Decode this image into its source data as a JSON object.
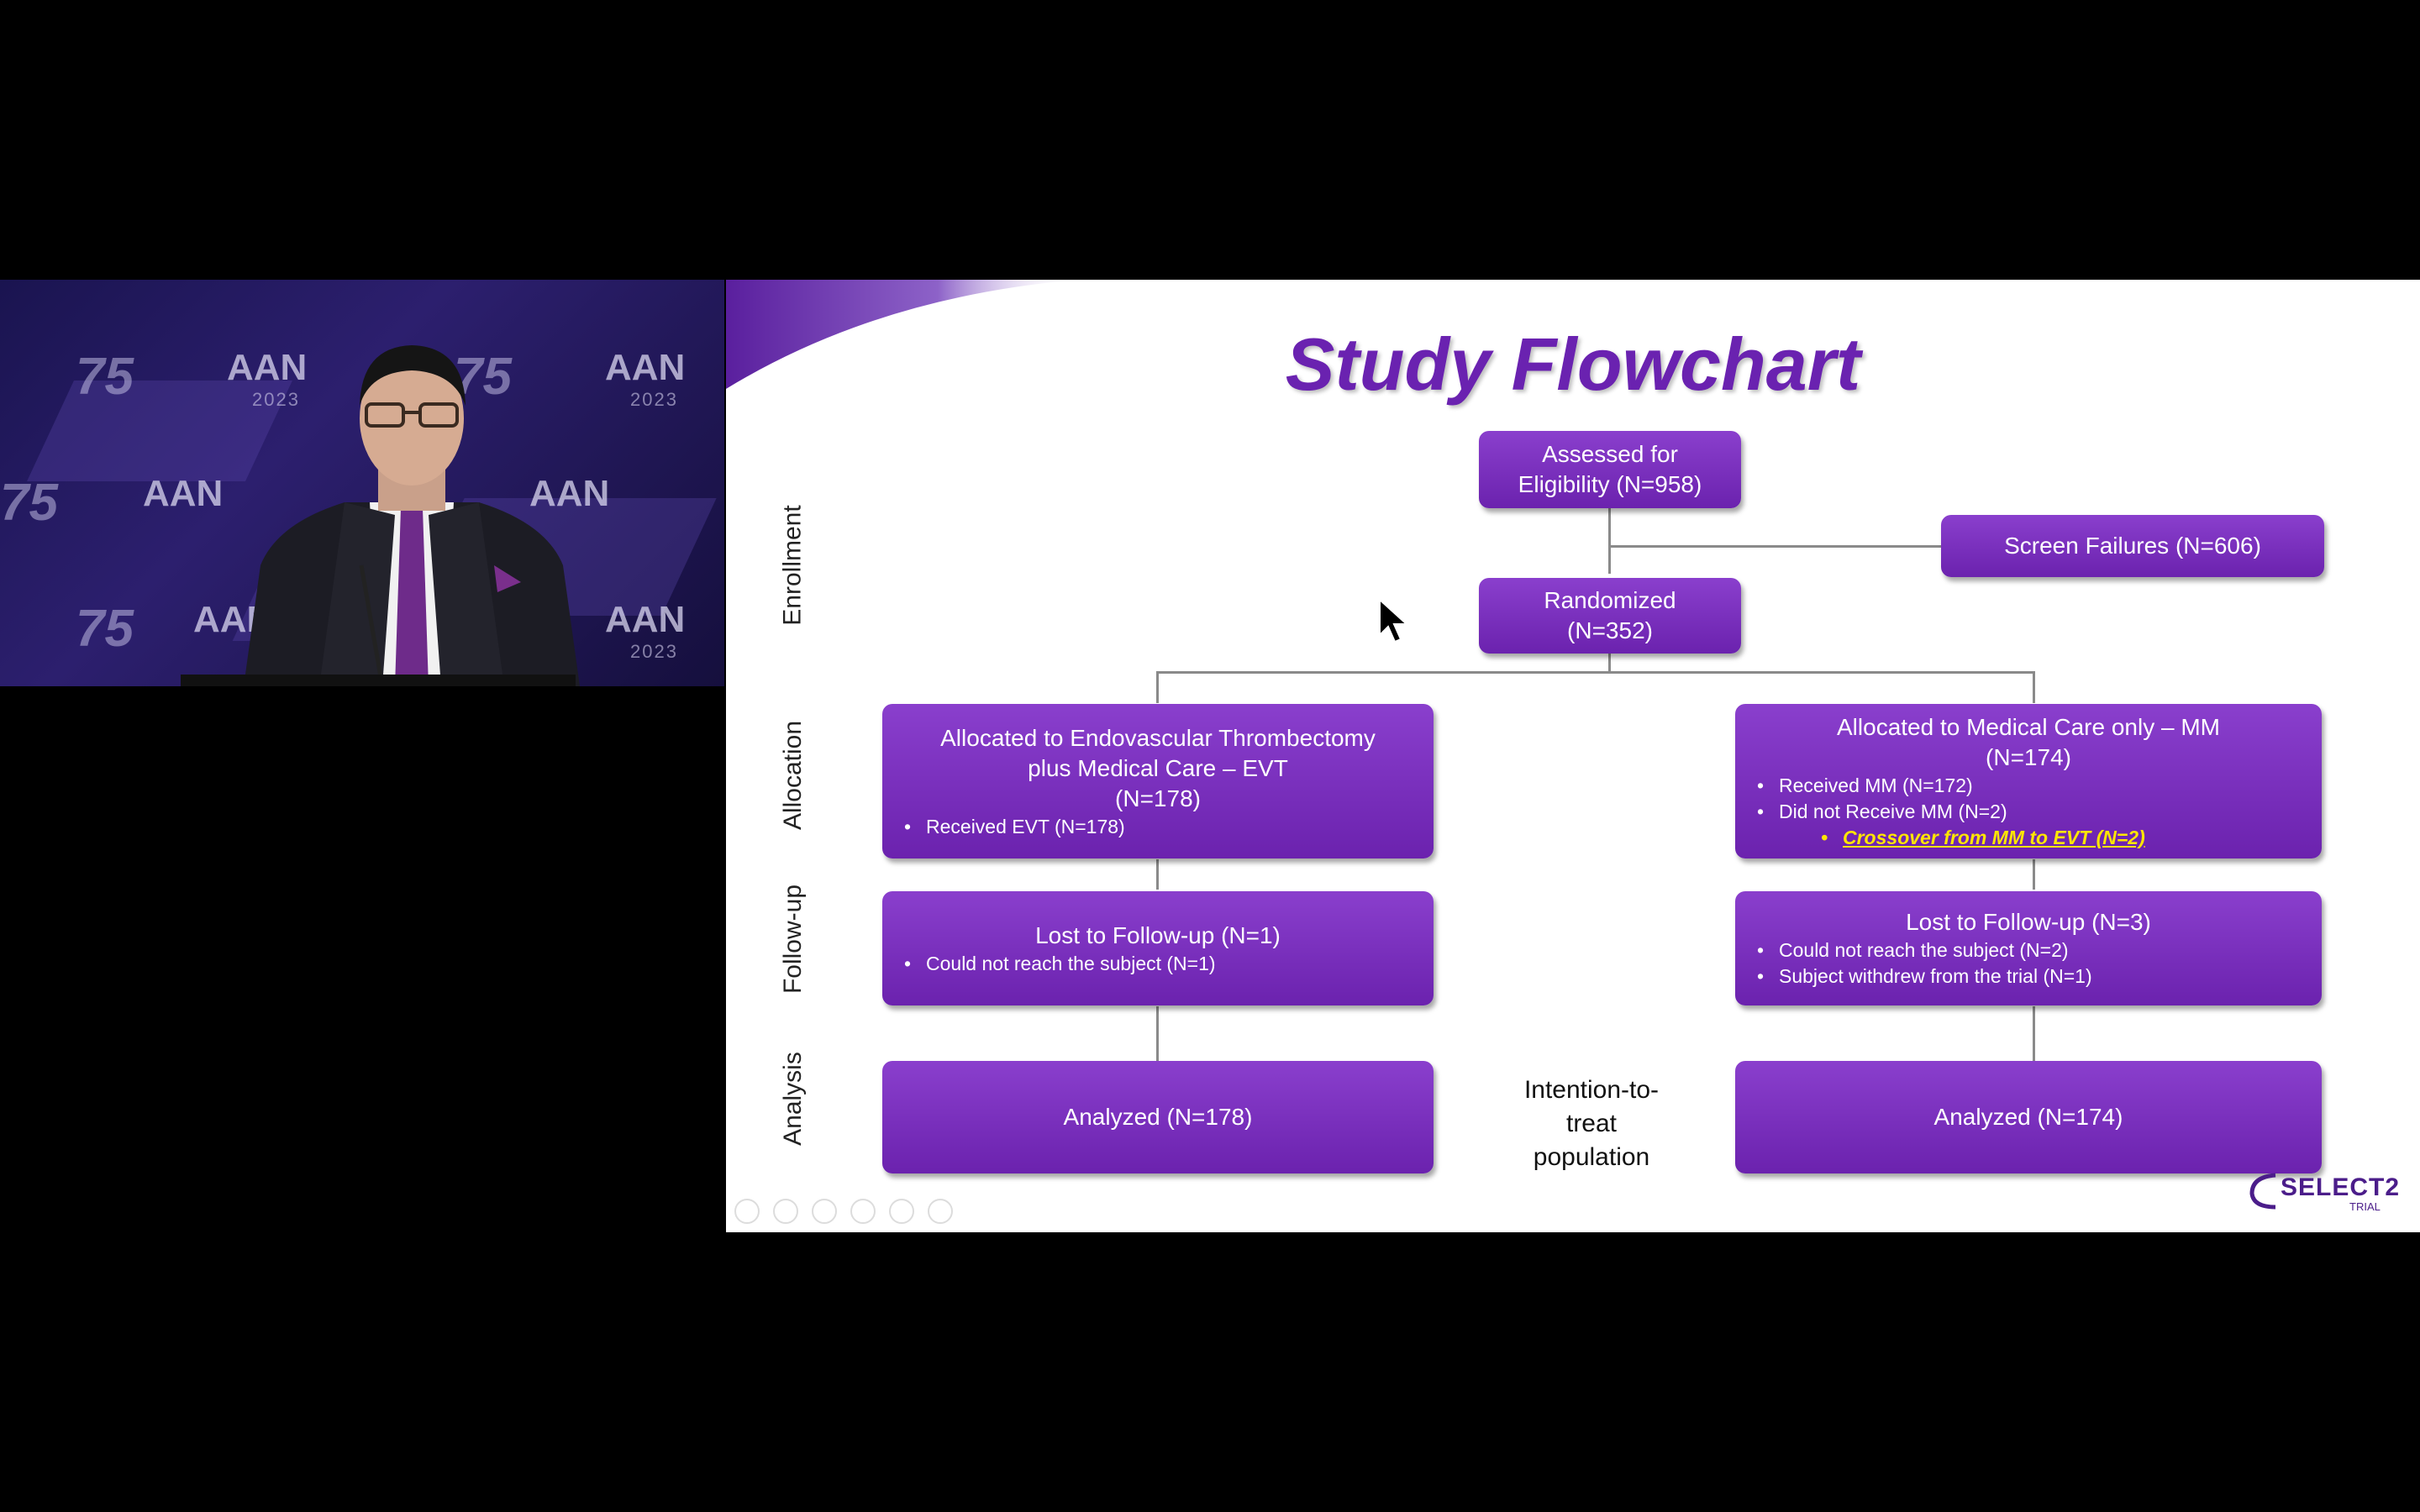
{
  "video": {
    "backdrop_words": [
      "AAN",
      "AAN",
      "AAN",
      "AAN",
      "AAN",
      "AAN"
    ],
    "backdrop_sub": [
      "2023",
      "2023",
      "2023"
    ],
    "seventy_five": [
      "75",
      "75",
      "75",
      "75"
    ]
  },
  "slide": {
    "title": "Study Flowchart",
    "stages": {
      "enrollment": "Enrollment",
      "allocation": "Allocation",
      "followup": "Follow-up",
      "analysis": "Analysis"
    },
    "assessed": {
      "line1": "Assessed for",
      "line2": "Eligibility (N=958)"
    },
    "screen_failures": "Screen Failures (N=606)",
    "randomized": {
      "line1": "Randomized",
      "line2": "(N=352)"
    },
    "evt_alloc": {
      "line1": "Allocated to Endovascular Thrombectomy",
      "line2": "plus Medical Care – EVT",
      "line3": "(N=178)",
      "bullets": [
        "Received EVT (N=178)"
      ]
    },
    "mm_alloc": {
      "line1": "Allocated to Medical Care only – MM",
      "line2": "(N=174)",
      "bullets": [
        "Received MM (N=172)",
        "Did not Receive MM (N=2)"
      ],
      "sub_bullet": "Crossover from MM to EVT (N=2)"
    },
    "evt_lost": {
      "title": "Lost to Follow-up (N=1)",
      "bullets": [
        "Could not reach the subject (N=1)"
      ]
    },
    "mm_lost": {
      "title": "Lost to Follow-up (N=3)",
      "bullets": [
        "Could not reach the subject (N=2)",
        "Subject withdrew from the trial (N=1)"
      ]
    },
    "evt_analyzed": "Analyzed (N=178)",
    "mm_analyzed": "Analyzed (N=174)",
    "itt": {
      "line1": "Intention-to-",
      "line2": "treat",
      "line3": "population"
    },
    "logo": {
      "word": "SELECT2",
      "sub": "TRIAL"
    }
  },
  "colors": {
    "box_purple": "#7a2fbf",
    "title_purple": "#6a22b0",
    "highlight_yellow": "#ffe600",
    "connector_gray": "#8a8a8a"
  }
}
